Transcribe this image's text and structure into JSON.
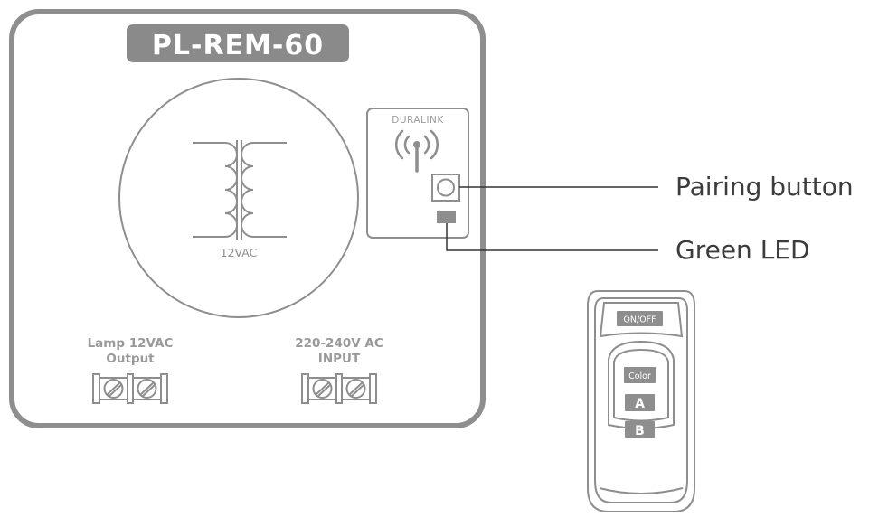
{
  "device": {
    "title": "PL-REM-60",
    "transformer_label": "12VAC",
    "module_brand": "DURALINK",
    "lamp_output_label_line1": "Lamp 12VAC",
    "lamp_output_label_line2": "Output",
    "input_label_line1": "220-240V AC",
    "input_label_line2": "INPUT"
  },
  "callouts": {
    "pairing_button": "Pairing button",
    "green_led": "Green LED"
  },
  "remote": {
    "on_off": "ON/OFF",
    "color": "Color",
    "button_a": "A",
    "button_b": "B"
  },
  "colors": {
    "outline": "#8e8e8e",
    "title_fill": "#8a8a8a",
    "callout_text": "#3c3c3c"
  },
  "icons": [
    "transformer-icon",
    "antenna-icon",
    "terminal-screw-icon"
  ]
}
